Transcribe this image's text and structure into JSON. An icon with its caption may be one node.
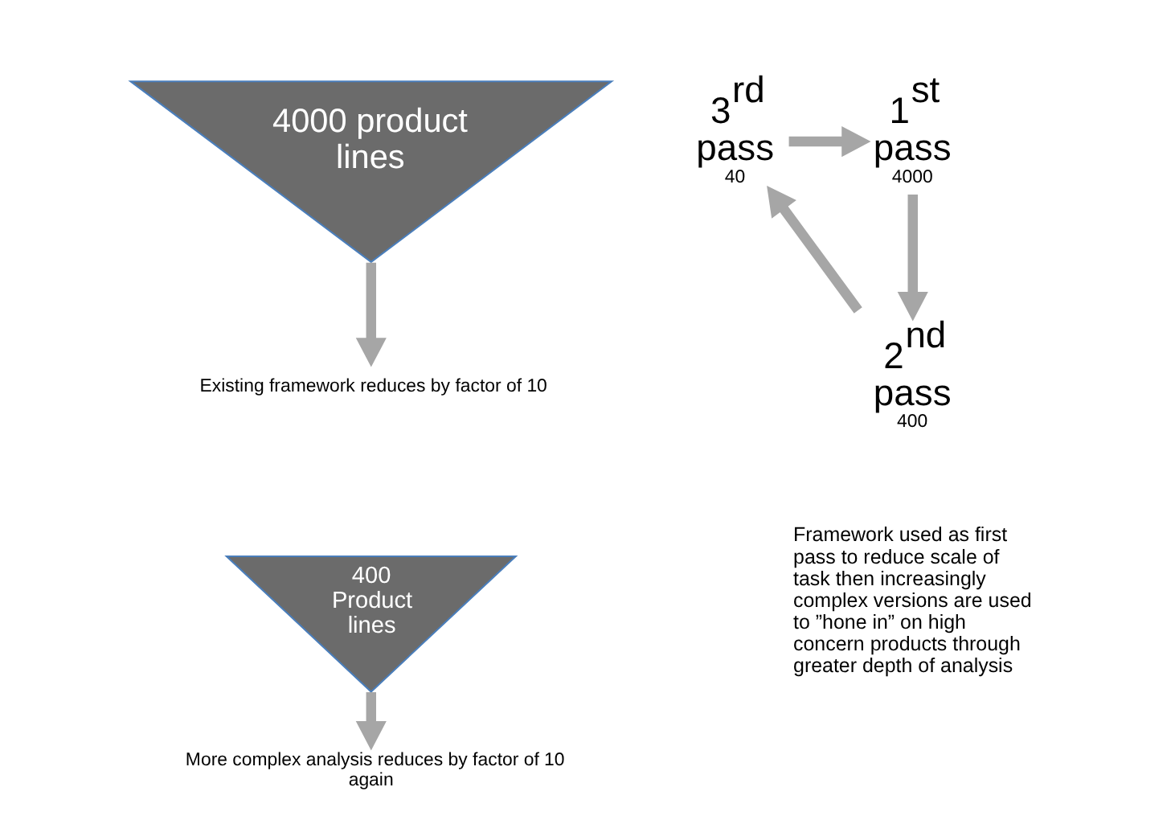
{
  "diagram": {
    "nodes": [
      {
        "text": [
          "4000 product lines"
        ]
      },
      {
        "text": [
          "Existing framework reduces by factor of 10"
        ]
      },
      {
        "text": [
          "400 Product lines"
        ]
      },
      {
        "text": [
          "More complex analysis reduces by factor of 10 again"
        ]
      },
      {
        "text": [
          "3$^{rd}$ pass"
        ],
        "beside": [
          "40"
        ]
      },
      {
        "text": [
          "1$^{st}$ pass"
        ],
        "beside": [
          "4000"
        ]
      },
      {
        "text": [
          "2$^{nd}$ pass"
        ],
        "beside": [
          "400"
        ]
      }
    ],
    "edges": [
      {
        "from": 0,
        "to": 1,
        "arrow": "to"
      },
      {
        "from": 2,
        "to": 3,
        "arrow": "to"
      },
      {
        "from": 4,
        "to": 5,
        "arrow": "to"
      },
      {
        "from": 5,
        "to": 6,
        "arrow": "to"
      },
      {
        "from": 6,
        "to": 4,
        "arrow": "to"
      }
    ],
    "labels": [
      "Framework used as first pass to reduce scale of task then increasingly complex versions are used to ”hone in” on high concern products through greater depth of analysis"
    ]
  }
}
